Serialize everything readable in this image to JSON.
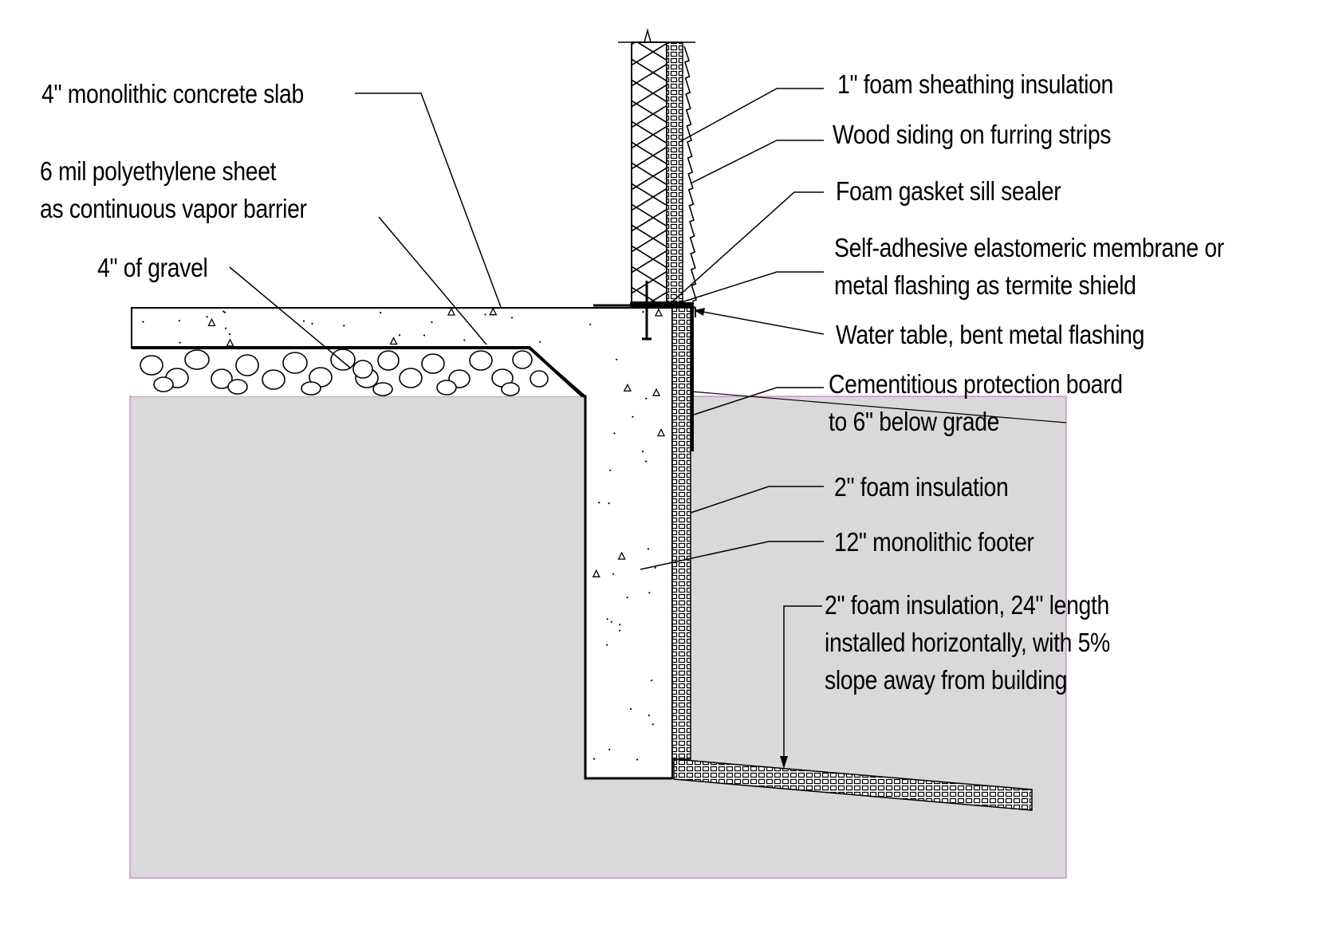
{
  "labels": {
    "concrete_slab": "4\" monolithic concrete slab",
    "vapor_barrier": [
      "6 mil polyethylene sheet",
      "as continuous vapor barrier"
    ],
    "gravel": "4\" of gravel",
    "foam_sheathing": "1\" foam sheathing insulation",
    "wood_siding": "Wood siding on furring strips",
    "sill_sealer": "Foam gasket sill sealer",
    "termite_shield": [
      "Self-adhesive elastomeric membrane or",
      "metal flashing as termite shield"
    ],
    "water_table": "Water table, bent metal flashing",
    "protection_board": [
      "Cementitious protection board",
      "to 6\" below grade"
    ],
    "foam_insulation": "2\" foam insulation",
    "footer": "12\" monolithic footer",
    "horizontal_foam": [
      "2\" foam insulation, 24\" length",
      "installed horizontally, with 5%",
      "slope away from building"
    ]
  },
  "colors": {
    "soil": "#d9d9d9",
    "soil_outline": "#b36bb3",
    "line": "#000000",
    "concrete": "#ffffff"
  }
}
